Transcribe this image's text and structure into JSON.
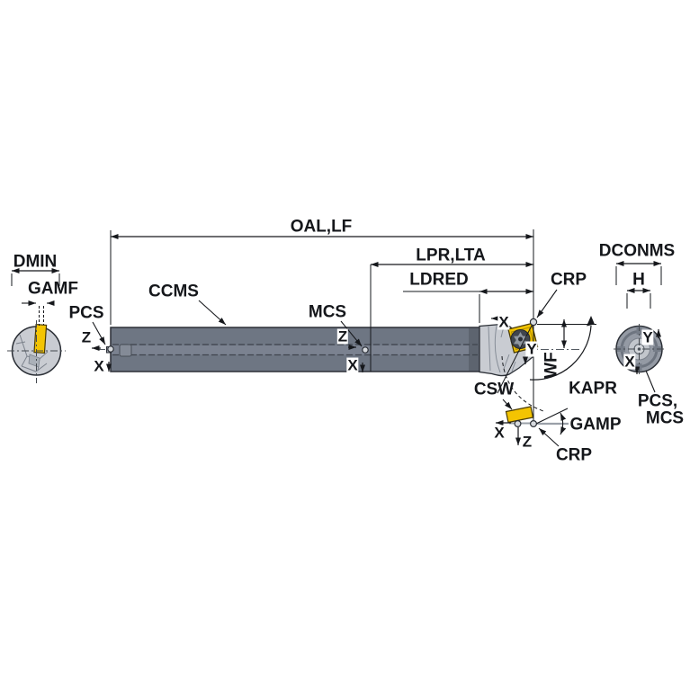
{
  "dimensions": {
    "oal": "OAL,LF",
    "lpr": "LPR,LTA",
    "ldred": "LDRED",
    "dconms": "DCONMS",
    "h": "H",
    "dmin": "DMIN",
    "wf": "WF"
  },
  "angles": {
    "gamf": "GAMF",
    "kapr": "KAPR",
    "gamp": "GAMP"
  },
  "features": {
    "ccms": "CCMS",
    "mcs": "MCS",
    "pcs": "PCS",
    "crp_top": "CRP",
    "crp_bottom": "CRP",
    "csw": "CSW",
    "pcs_mcs_line1": "PCS,",
    "pcs_mcs_line2": "MCS"
  },
  "axes": {
    "x": "X",
    "y": "Y",
    "z": "Z"
  },
  "colors": {
    "background": "#ffffff",
    "insert_yellow": "#f3c402",
    "bar_gray": "#6e7683",
    "bar_stripe": "#7b8290",
    "bar_end": "#5d646f",
    "head_gray": "#c9ccd2",
    "line_dark": "#16181c",
    "outline": "#2b2f36",
    "text": "#15171b",
    "marker_fill": "#d7dade"
  }
}
